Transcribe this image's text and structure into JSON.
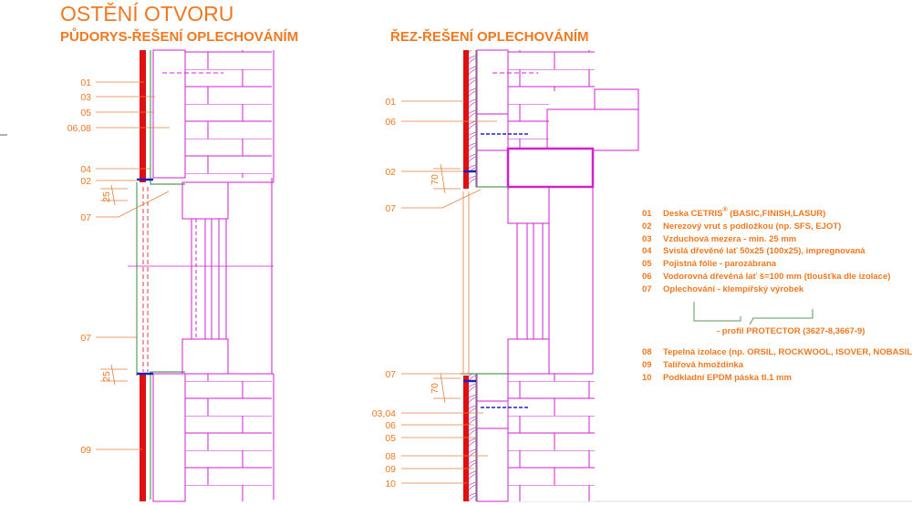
{
  "header": {
    "title": "OSTĚNÍ OTVORU",
    "left_subtitle": "PŮDORYS-ŘEŠENÍ OPLECHOVÁNÍM",
    "right_subtitle": "ŘEZ-ŘEŠENÍ OPLECHOVÁNÍM"
  },
  "left_drawing": {
    "labels": [
      "01",
      "03",
      "05",
      "06,08",
      "04",
      "02",
      "07",
      "07",
      "09"
    ],
    "dimensions": [
      "25",
      "25"
    ]
  },
  "right_drawing": {
    "labels": [
      "01",
      "06",
      "02",
      "07",
      "07",
      "03,04",
      "06",
      "05",
      "08",
      "09",
      "10"
    ],
    "dimensions": [
      "70",
      "70"
    ]
  },
  "legend": {
    "items": [
      {
        "num": "01",
        "text": "Deska CETRIS",
        "sup": "®",
        "text2": " (BASIC,FINISH,LASUR)"
      },
      {
        "num": "02",
        "text": "Nerezový vrut s podložkou (np. SFS, EJOT)"
      },
      {
        "num": "03",
        "text": "Vzduchová mezera - min. 25 mm"
      },
      {
        "num": "04",
        "text": "Svislá dřevěné lať 50x25 (100x25), impregnovaná"
      },
      {
        "num": "05",
        "text": "Pojistná fólie - parozábrana"
      },
      {
        "num": "06",
        "text": "Vodorovná dřevěná lať š=100 mm (tloušťka dle izolace)"
      },
      {
        "num": "07",
        "text": "Oplechování - klempířský výrobek"
      }
    ],
    "profile_note": "- profil PROTECTOR (3627-8,3667-9)",
    "items2": [
      {
        "num": "08",
        "text": "Tepelná izolace (np. ORSIL, ROCKWOOL, ISOVER, NOBASIL)"
      },
      {
        "num": "09",
        "text": "Talířová hmoždinka"
      },
      {
        "num": "10",
        "text": "Podkladní EPDM páska tl.1 mm"
      }
    ]
  },
  "colors": {
    "accent": "#f07820",
    "cladding": "#e01010",
    "masonry": "#d020d0",
    "flashing": "#5a9a5a",
    "fastener": "#2020c0"
  }
}
